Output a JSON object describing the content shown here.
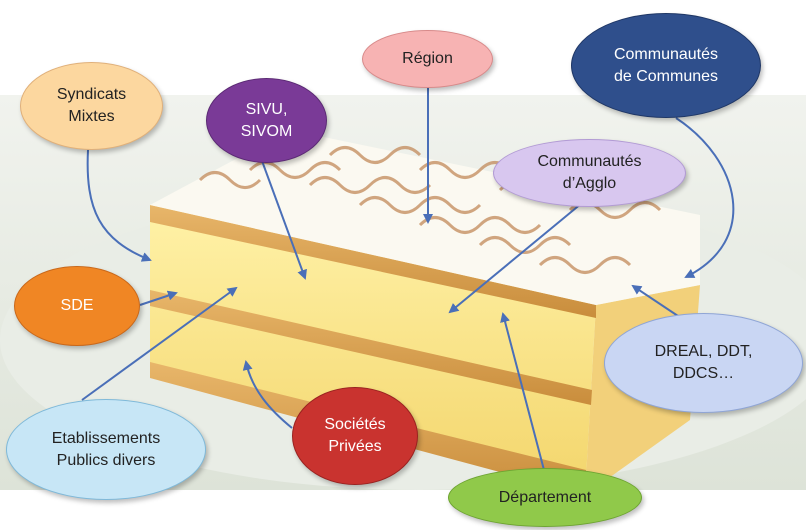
{
  "bubbles": {
    "syndicats": {
      "label": "Syndicats\nMixtes",
      "color": "#fbd9a8"
    },
    "sivu": {
      "label": "SIVU,\nSIVOM",
      "color": "#7a3a97"
    },
    "region": {
      "label": "Région",
      "color": "#f7b3b3"
    },
    "cdc": {
      "label": "Communautés\nde Communes",
      "color": "#2f4f8c"
    },
    "agglo": {
      "label": "Communautés\nd’Agglo",
      "color": "#d8c7ef"
    },
    "sde": {
      "label": "SDE",
      "color": "#f08624"
    },
    "dreal": {
      "label": "DREAL, DDT,\nDDCS…",
      "color": "#c9d6f3"
    },
    "etab": {
      "label": "Etablissements\nPublics divers",
      "color": "#c7e6f6"
    },
    "societes": {
      "label": "Sociétés\nPrivées",
      "color": "#c9332f"
    },
    "departement": {
      "label": "Département",
      "color": "#90c94a"
    }
  },
  "colors": {
    "arrow": "#4a6fb8"
  }
}
